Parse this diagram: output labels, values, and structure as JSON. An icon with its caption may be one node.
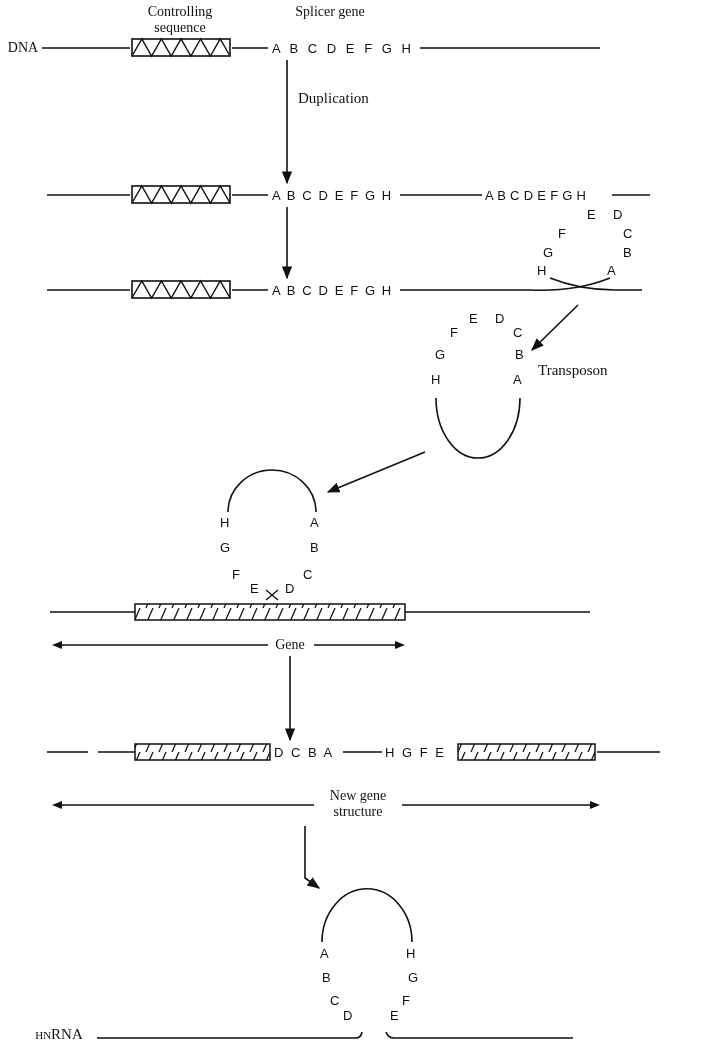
{
  "diagram": {
    "nodes": [
      {
        "text": [
          "A B C D E F G H"
        ],
        "beside": [
          "DNA",
          "Controlling sequence",
          "Splicer gene"
        ]
      },
      {
        "text": [
          "A B C D E F G H",
          "A B C D E F G H"
        ]
      },
      {
        "text": [
          "A B C D E F G H"
        ]
      },
      {
        "text": [
          "A",
          "B",
          "C",
          "D",
          "E",
          "F",
          "G",
          "H"
        ]
      },
      {
        "text": [
          "A",
          "B",
          "C",
          "D",
          "E",
          "F",
          "G",
          "H"
        ]
      },
      {
        "text": [
          "A",
          "B",
          "C",
          "D",
          "E",
          "F",
          "G",
          "H"
        ]
      },
      {
        "text": [
          "Gene"
        ]
      },
      {
        "text": [
          "D C B A",
          "H G F E",
          "New gene structure"
        ]
      },
      {
        "text": [
          "A",
          "B",
          "C",
          "D",
          "E",
          "F",
          "G",
          "H"
        ],
        "beside": [
          "hnRNA"
        ]
      }
    ],
    "edges": [
      {
        "from": 0,
        "to": 1,
        "arrow": "to",
        "label": "Duplication"
      },
      {
        "from": 1,
        "to": 2,
        "arrow": "to"
      },
      {
        "from": 3,
        "to": 4,
        "arrow": "to",
        "label": "Transposon"
      },
      {
        "from": 4,
        "to": 5,
        "arrow": "to"
      },
      {
        "from": 6,
        "to": 7,
        "arrow": "to"
      },
      {
        "from": 7,
        "to": 8,
        "arrow": "to"
      }
    ]
  }
}
